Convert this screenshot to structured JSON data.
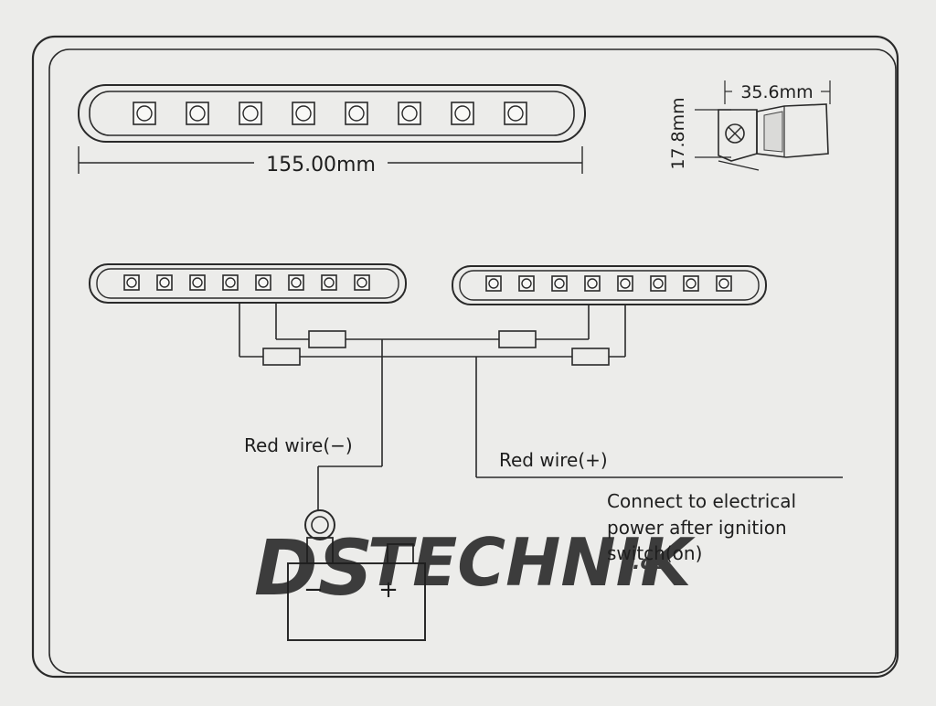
{
  "dimensions": {
    "length_label": "155.00mm",
    "depth_label": "35.6mm",
    "height_label": "17.8mm"
  },
  "wiring": {
    "negative_label": "Red wire(−)",
    "positive_label": "Red wire(+)",
    "note_lines": [
      "Connect to electrical",
      "power after ignition",
      "switch(on)"
    ]
  },
  "battery": {
    "minus": "−",
    "plus": "+"
  },
  "watermark": {
    "part1": "DS",
    "part2": "TECHNIK",
    "part3": ".cz",
    "color_part1": "#9a9a9a",
    "color_part2": "#8fd3ee"
  },
  "led_counts": {
    "main_strip": 8,
    "left_strip": 8,
    "right_strip": 8
  }
}
